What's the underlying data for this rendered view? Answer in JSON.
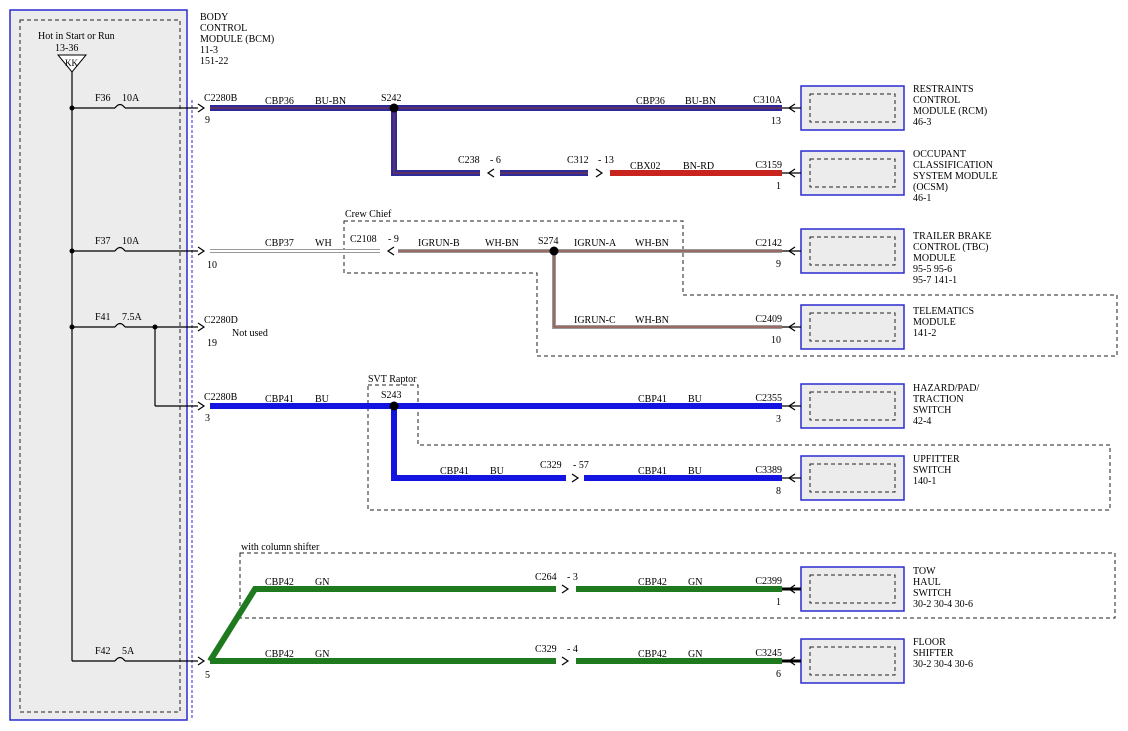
{
  "bcm": {
    "title_lines": [
      "BODY",
      "CONTROL",
      "MODULE (BCM)",
      "11-3",
      "151-22"
    ],
    "hot_label": "Hot in Start or Run",
    "hot_ref": "13-36",
    "kk_label": "KK"
  },
  "fuses": [
    {
      "id": "F36",
      "rating": "10A"
    },
    {
      "id": "F37",
      "rating": "10A"
    },
    {
      "id": "F41",
      "rating": "7.5A"
    },
    {
      "id": "F42",
      "rating": "5A"
    }
  ],
  "bcm_pins": [
    {
      "connector": "C2280B",
      "pin": "9"
    },
    {
      "connector": "",
      "pin": "10"
    },
    {
      "connector": "C2280D",
      "pin": "19",
      "note": "Not used"
    },
    {
      "connector": "C2280B",
      "pin": "3"
    },
    {
      "connector": "",
      "pin": "5"
    }
  ],
  "splices": [
    "S242",
    "S274",
    "S243"
  ],
  "options": [
    "Crew Chief",
    "SVT Raptor",
    "with column shifter"
  ],
  "wires": {
    "cbp36_a": {
      "circuit": "CBP36",
      "color": "BU-BN"
    },
    "cbp36_b": {
      "circuit": "CBP36",
      "color": "BU-BN"
    },
    "cbx02": {
      "circuit": "CBX02",
      "color": "BN-RD"
    },
    "cbp37": {
      "circuit": "CBP37",
      "color": "WH"
    },
    "igrun_b": {
      "circuit": "IGRUN-B",
      "color": "WH-BN"
    },
    "igrun_a": {
      "circuit": "IGRUN-A",
      "color": "WH-BN"
    },
    "igrun_c": {
      "circuit": "IGRUN-C",
      "color": "WH-BN"
    },
    "cbp41_a": {
      "circuit": "CBP41",
      "color": "BU"
    },
    "cbp41_b": {
      "circuit": "CBP41",
      "color": "BU"
    },
    "cbp41_c": {
      "circuit": "CBP41",
      "color": "BU"
    },
    "cbp41_d": {
      "circuit": "CBP41",
      "color": "BU"
    },
    "cbp42_a": {
      "circuit": "CBP42",
      "color": "GN"
    },
    "cbp42_b": {
      "circuit": "CBP42",
      "color": "GN"
    },
    "cbp42_c": {
      "circuit": "CBP42",
      "color": "GN"
    },
    "cbp42_d": {
      "circuit": "CBP42",
      "color": "GN"
    }
  },
  "inline_connectors": {
    "c238": {
      "name": "C238",
      "pin": "- 6"
    },
    "c312": {
      "name": "C312",
      "pin": "- 13"
    },
    "c2108": {
      "name": "C2108",
      "pin": "- 9"
    },
    "c329a": {
      "name": "C329",
      "pin": "- 57"
    },
    "c264": {
      "name": "C264",
      "pin": "- 3"
    },
    "c329b": {
      "name": "C329",
      "pin": "- 4"
    }
  },
  "modules": [
    {
      "connector": "C310A",
      "pin": "13",
      "lines": [
        "RESTRAINTS",
        "CONTROL",
        "MODULE (RCM)",
        "46-3"
      ]
    },
    {
      "connector": "C3159",
      "pin": "1",
      "lines": [
        "OCCUPANT",
        "CLASSIFICATION",
        "SYSTEM MODULE",
        "(OCSM)",
        "46-1"
      ]
    },
    {
      "connector": "C2142",
      "pin": "9",
      "lines": [
        "TRAILER BRAKE",
        "CONTROL (TBC)",
        "MODULE",
        "95-5    95-6",
        "95-7    141-1"
      ]
    },
    {
      "connector": "C2409",
      "pin": "10",
      "lines": [
        "TELEMATICS",
        "MODULE",
        "141-2"
      ]
    },
    {
      "connector": "C2355",
      "pin": "3",
      "lines": [
        "HAZARD/PAD/",
        "TRACTION",
        "SWITCH",
        "42-4"
      ]
    },
    {
      "connector": "C3389",
      "pin": "8",
      "lines": [
        "UPFITTER",
        "SWITCH",
        "140-1"
      ]
    },
    {
      "connector": "C2399",
      "pin": "1",
      "lines": [
        "TOW",
        "HAUL",
        "SWITCH",
        "30-2    30-4    30-6"
      ]
    },
    {
      "connector": "C3245",
      "pin": "6",
      "lines": [
        "FLOOR",
        "SHIFTER",
        "30-2    30-4    30-6"
      ]
    }
  ],
  "colors": {
    "bu_bn_core": "#2e2a9a",
    "bu_bn_stripe": "#8b3a2f",
    "bn_rd_core": "#c8241d",
    "bu": "#1414e0",
    "gn": "#1f7a1f",
    "wh_bn_stripe": "#9b3a30",
    "module_border": "#2b2bd0",
    "bcm_fill": "#ececec"
  }
}
